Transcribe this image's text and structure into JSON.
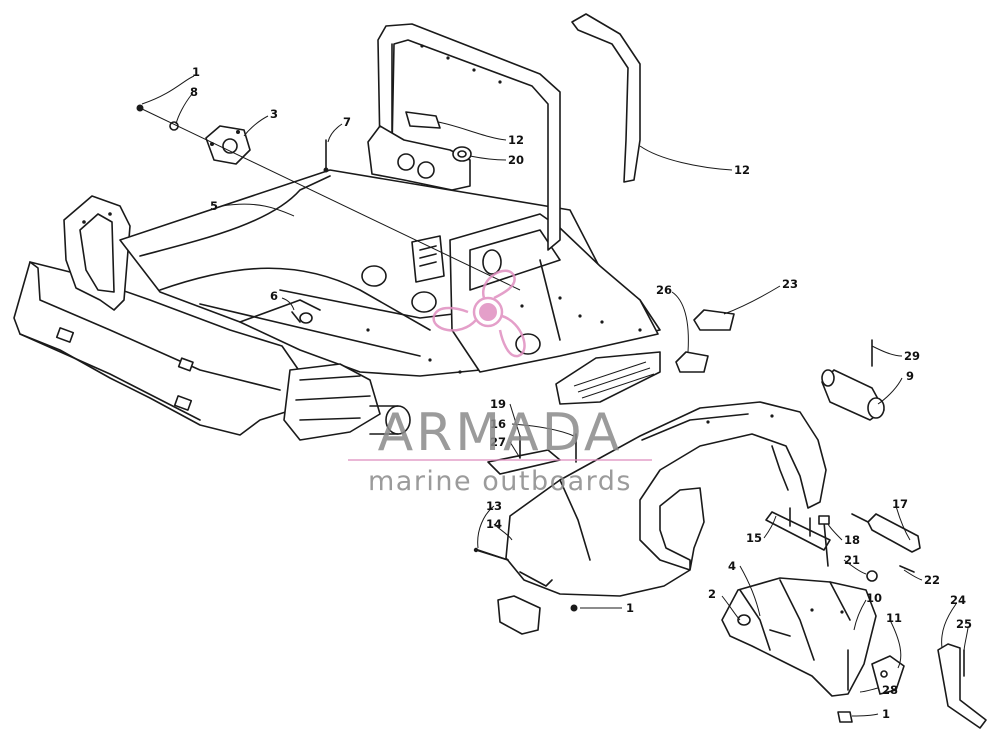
{
  "watermark": {
    "brand": "ARMADA",
    "tagline": "marine outboards",
    "brand_color": "#8a8a8a",
    "accent_color": "#e08fc0"
  },
  "callouts": [
    {
      "id": "c-1a",
      "text": "1"
    },
    {
      "id": "c-8",
      "text": "8"
    },
    {
      "id": "c-3",
      "text": "3"
    },
    {
      "id": "c-7",
      "text": "7"
    },
    {
      "id": "c-5",
      "text": "5"
    },
    {
      "id": "c-12a",
      "text": "12"
    },
    {
      "id": "c-20",
      "text": "20"
    },
    {
      "id": "c-12b",
      "text": "12"
    },
    {
      "id": "c-6",
      "text": "6"
    },
    {
      "id": "c-26",
      "text": "26"
    },
    {
      "id": "c-23",
      "text": "23"
    },
    {
      "id": "c-29",
      "text": "29"
    },
    {
      "id": "c-9",
      "text": "9"
    },
    {
      "id": "c-19",
      "text": "19"
    },
    {
      "id": "c-16",
      "text": "16"
    },
    {
      "id": "c-27",
      "text": "27"
    },
    {
      "id": "c-13",
      "text": "13"
    },
    {
      "id": "c-14",
      "text": "14"
    },
    {
      "id": "c-17",
      "text": "17"
    },
    {
      "id": "c-15",
      "text": "15"
    },
    {
      "id": "c-18",
      "text": "18"
    },
    {
      "id": "c-21",
      "text": "21"
    },
    {
      "id": "c-22",
      "text": "22"
    },
    {
      "id": "c-4",
      "text": "4"
    },
    {
      "id": "c-2",
      "text": "2"
    },
    {
      "id": "c-10",
      "text": "10"
    },
    {
      "id": "c-24",
      "text": "24"
    },
    {
      "id": "c-11",
      "text": "11"
    },
    {
      "id": "c-25",
      "text": "25"
    },
    {
      "id": "c-1b",
      "text": "1"
    },
    {
      "id": "c-28",
      "text": "28"
    },
    {
      "id": "c-1c",
      "text": "1"
    }
  ]
}
